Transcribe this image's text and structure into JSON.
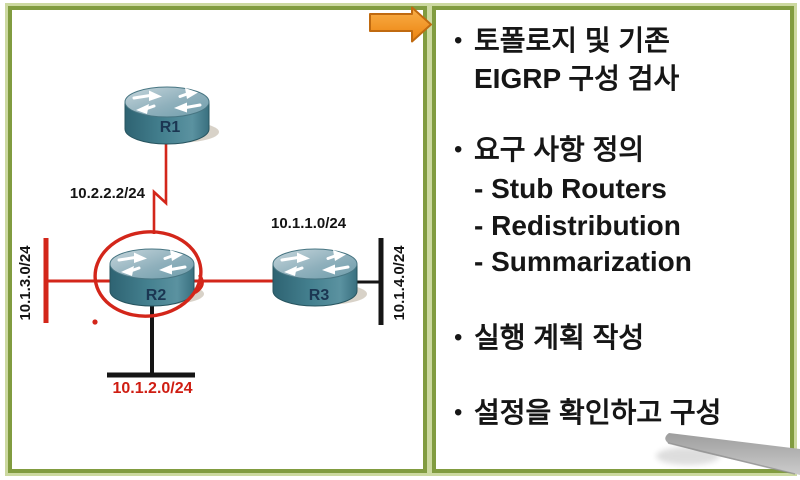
{
  "topology": {
    "routers": [
      {
        "label": "R1"
      },
      {
        "label": "R2"
      },
      {
        "label": "R3"
      }
    ],
    "labels": {
      "r1_r2_link": "10.2.2.2/24",
      "r2_r3_link": "10.1.1.0/24",
      "left_network": "10.1.3.0/24",
      "right_network": "10.1.4.0/24",
      "bottom_network": "10.1.2.0/24"
    },
    "colors": {
      "link_red": "#d3261a",
      "segment_black": "#151515",
      "router_teal": "#3f7e8d",
      "router_label_navy": "#1b3652",
      "highlight_circle_red": "#d3261a",
      "red_label": "#cf1d12"
    }
  },
  "steps": {
    "bullet_char": "•",
    "bullets": [
      {
        "line1": "토폴로지 및 기존",
        "line2": "EIGRP 구성 검사"
      },
      {
        "line1": "요구 사항 정의",
        "sub": [
          "- Stub Routers",
          "- Redistribution",
          "- Summarization"
        ]
      },
      {
        "line1": "실행 계획 작성"
      },
      {
        "line1": "설정을 확인하고 구성"
      }
    ]
  },
  "decor": {
    "arrow_orange": "#f0911c",
    "panel_border_green": "#819c40",
    "pen_gray": "#a9a9a9"
  }
}
